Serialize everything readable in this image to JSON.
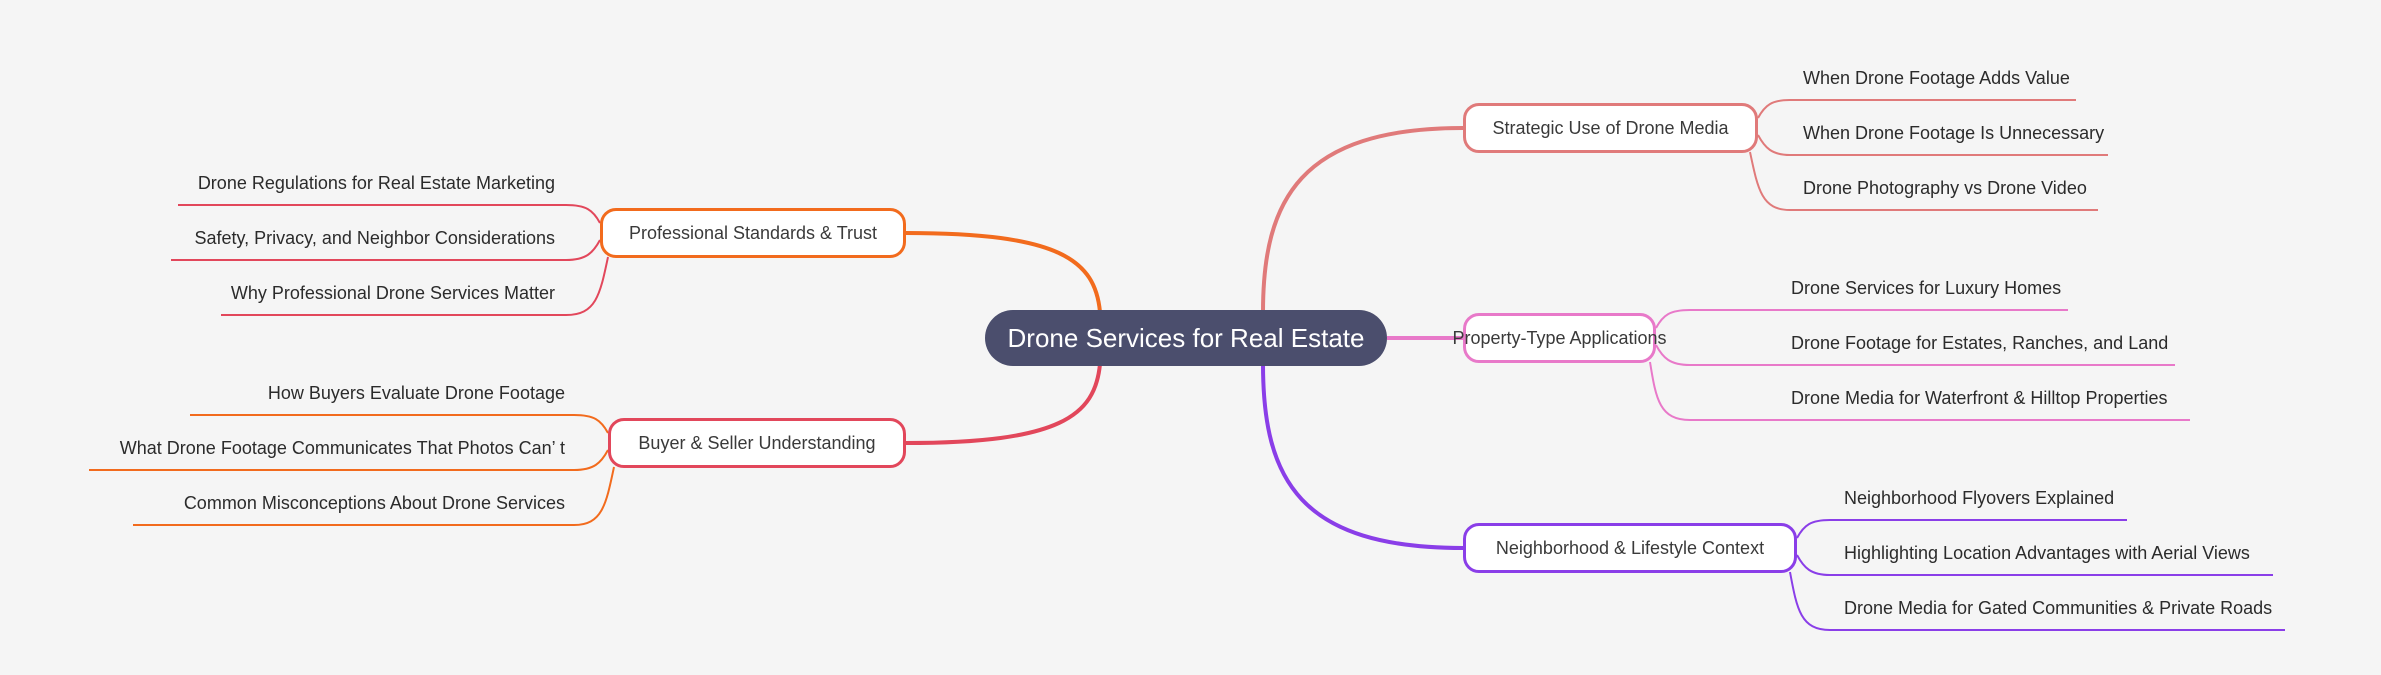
{
  "root": {
    "label": "Drone Services for Real Estate",
    "color": "#4b4e6d"
  },
  "branches": [
    {
      "side": "right",
      "label": "Strategic Use of Drone Media",
      "color": "#e07a7a",
      "children": [
        "When Drone Footage Adds Value",
        "When Drone Footage Is Unnecessary",
        "Drone Photography vs Drone Video"
      ]
    },
    {
      "side": "right",
      "label": "Property-Type Applications",
      "color": "#e879c9",
      "children": [
        "Drone Services for Luxury Homes",
        "Drone Footage for Estates, Ranches, and Land",
        "Drone Media for Waterfront & Hilltop Properties"
      ]
    },
    {
      "side": "right",
      "label": "Neighborhood & Lifestyle Context",
      "color": "#8a3ee8",
      "children": [
        "Neighborhood Flyovers Explained",
        "Highlighting Location Advantages with Aerial Views",
        "Drone Media for Gated Communities & Private Roads"
      ]
    },
    {
      "side": "left",
      "label": "Professional Standards & Trust",
      "color": "#f26b1d",
      "children": [
        "Drone Regulations for Real Estate Marketing",
        "Safety, Privacy, and Neighbor Considerations",
        "Why Professional Drone Services Matter"
      ],
      "children_color": "#e2475b"
    },
    {
      "side": "left",
      "label": "Buyer & Seller Understanding",
      "color": "#e2475b",
      "children": [
        "How Buyers Evaluate Drone Footage",
        "What Drone Footage Communicates That Photos Can’ t",
        "Common Misconceptions About Drone Services"
      ],
      "children_color": "#f26b1d"
    }
  ]
}
